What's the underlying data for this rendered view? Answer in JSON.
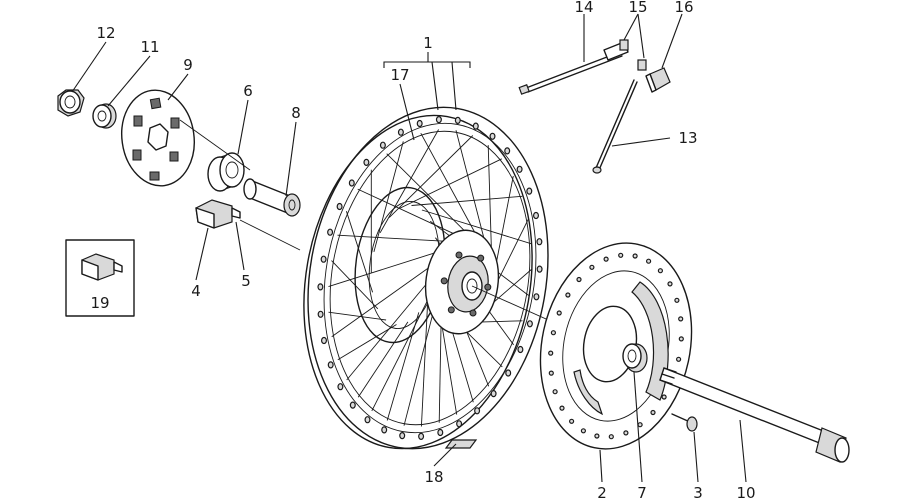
{
  "callouts": [
    {
      "id": "1",
      "text": "1"
    },
    {
      "id": "2",
      "text": "2"
    },
    {
      "id": "3",
      "text": "3"
    },
    {
      "id": "4",
      "text": "4"
    },
    {
      "id": "5",
      "text": "5"
    },
    {
      "id": "6",
      "text": "6"
    },
    {
      "id": "7",
      "text": "7"
    },
    {
      "id": "8",
      "text": "8"
    },
    {
      "id": "9",
      "text": "9"
    },
    {
      "id": "10",
      "text": "10"
    },
    {
      "id": "11",
      "text": "11"
    },
    {
      "id": "12",
      "text": "12"
    },
    {
      "id": "13",
      "text": "13"
    },
    {
      "id": "14",
      "text": "14"
    },
    {
      "id": "15",
      "text": "15"
    },
    {
      "id": "16",
      "text": "16"
    },
    {
      "id": "17",
      "text": "17"
    },
    {
      "id": "18",
      "text": "18"
    },
    {
      "id": "19",
      "text": "19"
    }
  ],
  "colors": {
    "line": "#1a1a1a",
    "background": "#ffffff",
    "shade": "#d9d9d9"
  }
}
